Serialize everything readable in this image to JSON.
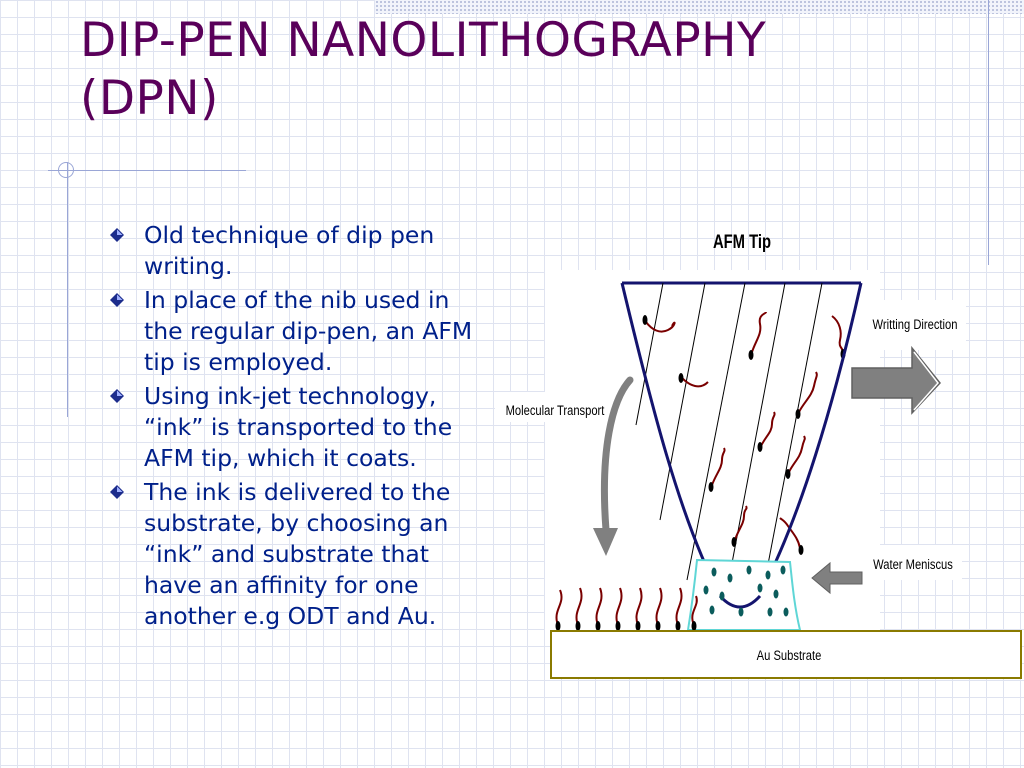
{
  "slide": {
    "title_line1": "DIP-PEN NANOLITHOGRAPHY",
    "title_line2": "(DPN)",
    "bullets": [
      "Old technique of dip pen writing.",
      "In place of the nib used in the regular dip-pen, an AFM tip is employed.",
      "Using ink-jet technology, “ink” is transported to the AFM tip, which it coats.",
      "The ink is delivered to the substrate, by choosing an “ink” and substrate that have an affinity for one another e.g ODT and Au."
    ]
  },
  "diagram": {
    "labels": {
      "afm_tip": "AFM Tip",
      "writing_direction": "Writting Direction",
      "molecular_transport": "Molecular Transport",
      "water_meniscus": "Water Meniscus",
      "au_substrate": "Au Substrate"
    },
    "colors": {
      "tip_outline": "#14146e",
      "molecule_tail": "#7a0000",
      "meniscus": "#5fd6d6",
      "meniscus_dots": "#0b5c5c",
      "substrate_border": "#8a7a00",
      "arrow_gray": "#808080"
    }
  },
  "colors": {
    "title": "#5a005a",
    "bullet_text": "#00208a",
    "grid": "#dfe3f0"
  },
  "icons": {
    "bullet": "diamond-bullet-icon"
  }
}
